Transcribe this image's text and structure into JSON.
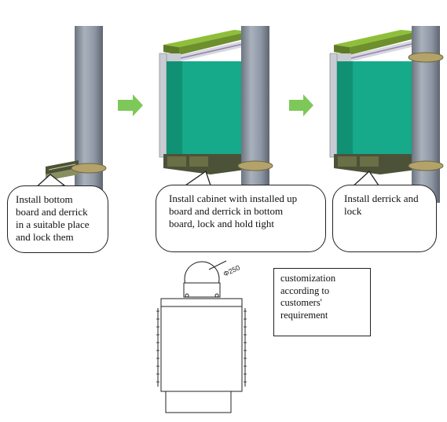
{
  "steps": [
    {
      "id": "step-1",
      "text": "Install bottom\nboard and derrick\nin a suitable place\nand lock them"
    },
    {
      "id": "step-2",
      "text": "Install cabinet with installed up\nboard and derrick in bottom\nboard, lock and hold tight"
    },
    {
      "id": "step-3",
      "text": "Install derrick and\nlock"
    }
  ],
  "drawing": {
    "diameter_label": "Φ250",
    "note": "customization\naccording to\ncustomers'\nrequirement"
  },
  "colors": {
    "pole": "#8f98a6",
    "pole_dark": "#5f6773",
    "cabinet_front": "#16a98a",
    "cabinet_side": "#0f7d62",
    "cabinet_top": "#8fbf3a",
    "clamp": "#b3a36a",
    "bracket": "#4c5238",
    "arrow": "#7ec85a",
    "line": "#222222"
  }
}
